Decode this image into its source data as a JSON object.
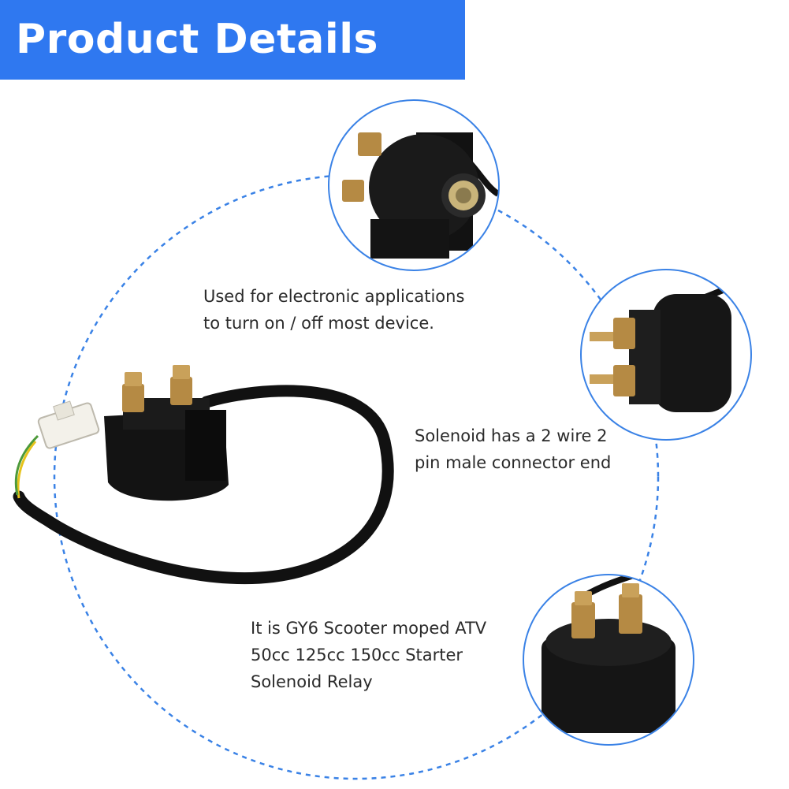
{
  "banner": {
    "title": "Product Details"
  },
  "captions": {
    "usage": [
      "Used for electronic applications",
      "to turn on / off most device."
    ],
    "connector": [
      "Solenoid has a 2 wire 2",
      "pin male connector end"
    ],
    "model": [
      "It is GY6 Scooter moped ATV",
      "50cc 125cc 150cc Starter",
      "Solenoid Relay"
    ]
  },
  "colors": {
    "accent": "#2f78f0",
    "dashed_circle": "#3a82e6",
    "text": "#2a2a2a"
  }
}
